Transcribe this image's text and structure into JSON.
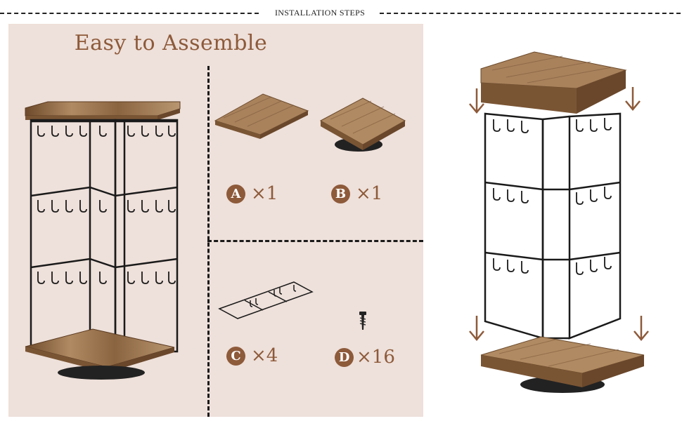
{
  "header": {
    "title": "INSTALLATION STEPS"
  },
  "panel": {
    "title": "Easy to Assemble"
  },
  "parts": [
    {
      "letter": "A",
      "qty": "×1"
    },
    {
      "letter": "B",
      "qty": "×1"
    },
    {
      "letter": "C",
      "qty": "×4"
    },
    {
      "letter": "D",
      "qty": "×16"
    }
  ],
  "colors": {
    "accent": "#8d5a3a",
    "panel_bg": "#eee0da",
    "wood": "#a9825c",
    "metal": "#1a1a1a"
  },
  "icons": [
    "down-arrow-icon",
    "screw-icon"
  ]
}
